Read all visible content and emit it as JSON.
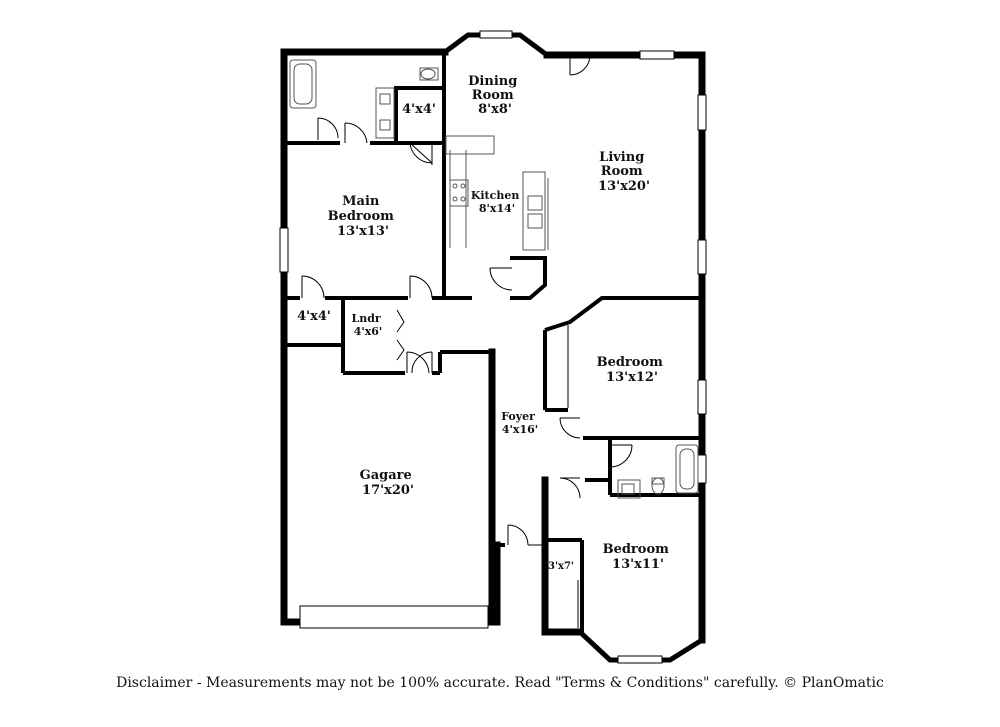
{
  "rooms": {
    "dining": {
      "name": [
        "Dining",
        "Room"
      ],
      "size": "8'x8'"
    },
    "living": {
      "name": [
        "Living",
        "Room"
      ],
      "size": "13'x20'"
    },
    "kitchen": {
      "name": [
        "Kitchen"
      ],
      "size": "8'x14'"
    },
    "main_bedroom": {
      "name": [
        "Main",
        "Bedroom"
      ],
      "size": "13'x13'"
    },
    "main_closet": {
      "size": "4'x4'"
    },
    "hall_closet": {
      "size": "4'x4'"
    },
    "laundry": {
      "name": [
        "Lndr"
      ],
      "size": "4'x6'"
    },
    "bedroom_2": {
      "name": [
        "Bedroom"
      ],
      "size": "13'x12'"
    },
    "foyer": {
      "name": [
        "Foyer"
      ],
      "size": "4'x16'"
    },
    "garage": {
      "name": [
        "Gagare"
      ],
      "size": "17'x20'"
    },
    "bedroom_3": {
      "name": [
        "Bedroom"
      ],
      "size": "13'x11'"
    },
    "bedroom_3_closet": {
      "size": "3'x7'"
    }
  },
  "disclaimer": "Disclaimer - Measurements may not be 100% accurate. Read \"Terms & Conditions\" carefully. © PlanOmatic",
  "colors": {
    "wall": "#000000",
    "background": "#ffffff",
    "fixture": "#555555"
  }
}
